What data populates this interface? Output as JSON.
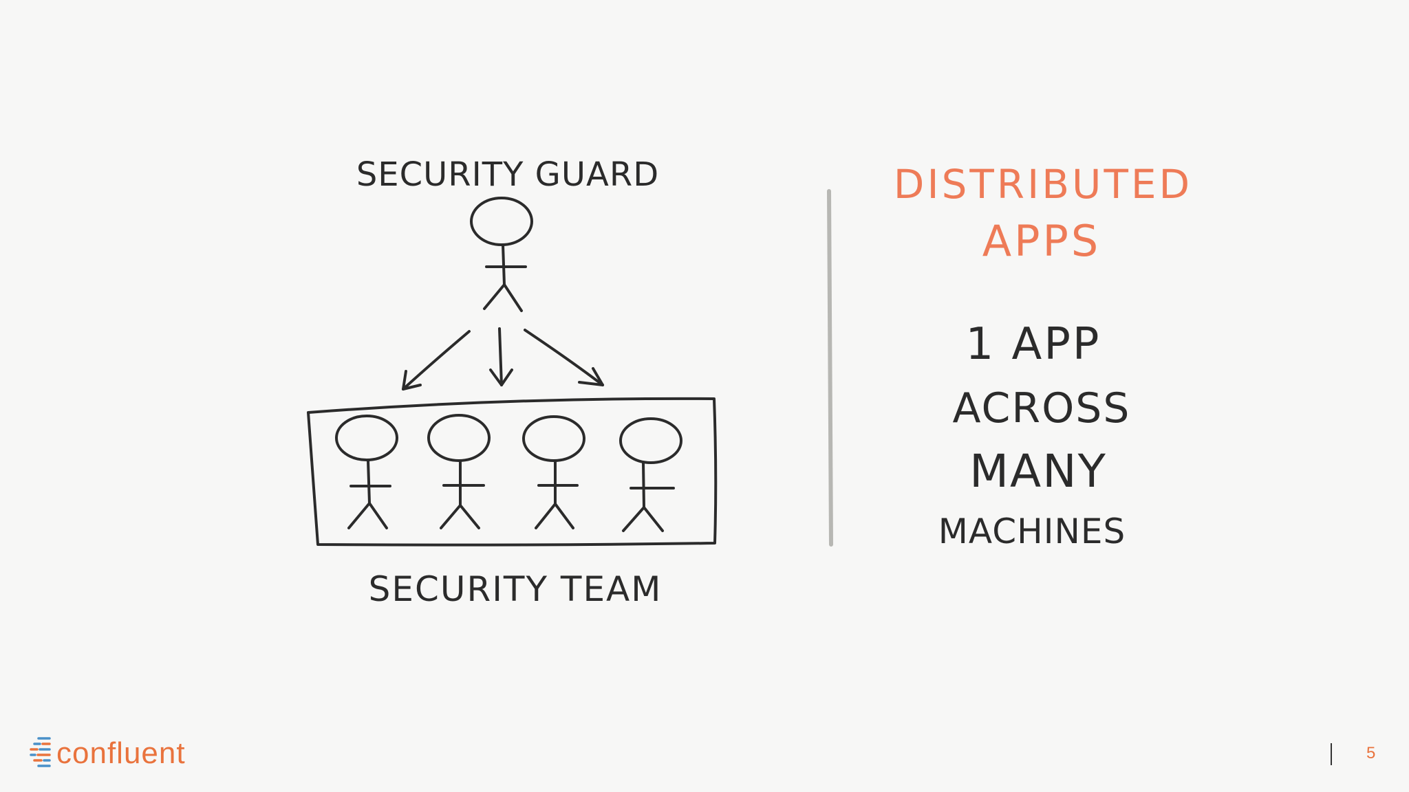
{
  "left_diagram": {
    "guard_label": "SECURITY GUARD",
    "team_label": "SECURITY TEAM"
  },
  "right_text": {
    "heading_line1": "DISTRIBUTED",
    "heading_line2": "APPS",
    "line1": "1 APP",
    "line2": "ACROSS",
    "line3": "MANY",
    "line4": "MACHINES"
  },
  "footer": {
    "logo_text": "confluent",
    "page_number": "5"
  },
  "colors": {
    "ink": "#2b2b2b",
    "accent_orange": "#ee7b57",
    "logo_orange": "#e9733d",
    "logo_blue": "#4a90c8"
  }
}
